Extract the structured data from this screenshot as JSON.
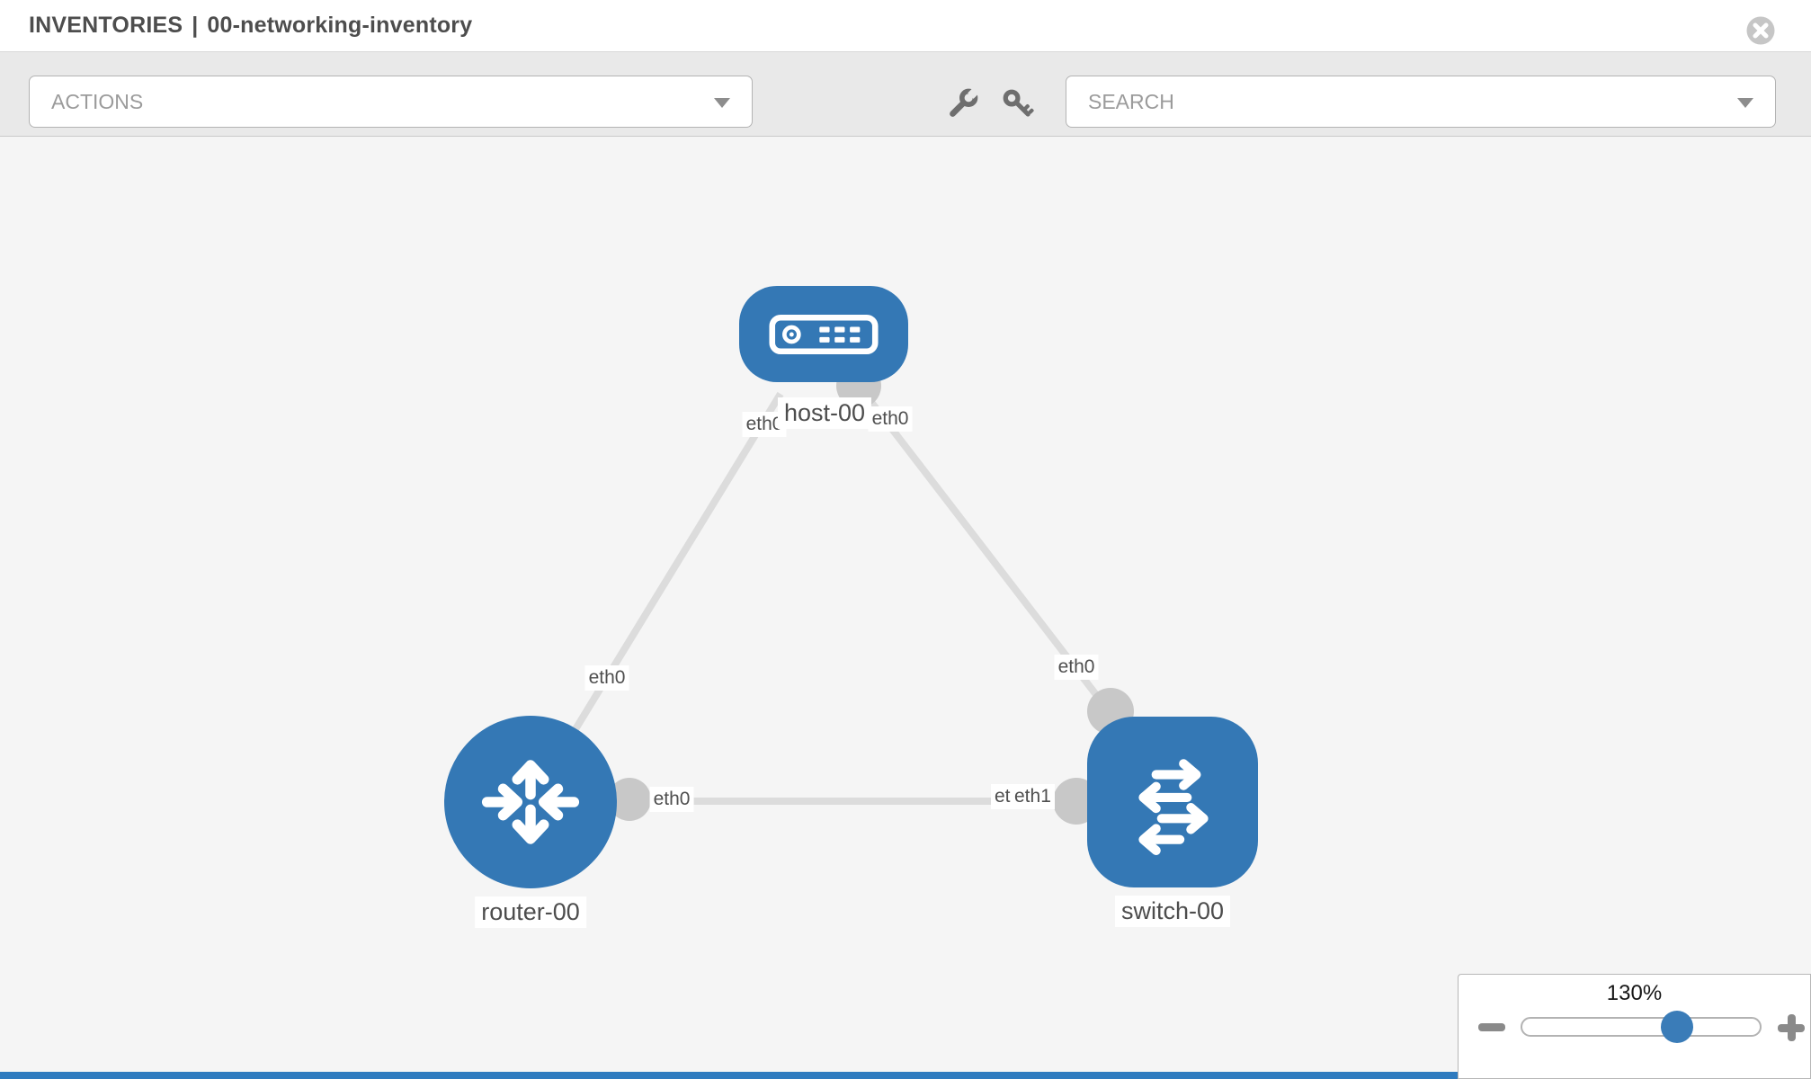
{
  "header": {
    "title_left": "INVENTORIES",
    "title_separator": "|",
    "title_right": "00-networking-inventory"
  },
  "toolbar": {
    "actions_label": "ACTIONS",
    "search_placeholder": "SEARCH",
    "icons": [
      "wrench-icon",
      "key-icon"
    ]
  },
  "topology": {
    "nodes": {
      "host": {
        "label": "host-00",
        "type": "host"
      },
      "router": {
        "label": "router-00",
        "type": "router"
      },
      "switch": {
        "label": "switch-00",
        "type": "switch"
      }
    },
    "interface_labels": {
      "host_router_host_if": "eth0",
      "host_router_router_if": "eth0",
      "host_switch_host_if": "eth0",
      "host_switch_switch_if": "eth0",
      "router_switch_router_if": "eth0",
      "router_switch_switch_if_front": "eth1",
      "router_switch_switch_if_behind": "eth0"
    },
    "links": [
      {
        "from": "host-00",
        "to": "router-00",
        "from_if": "eth0",
        "to_if": "eth0"
      },
      {
        "from": "host-00",
        "to": "switch-00",
        "from_if": "eth0",
        "to_if": "eth0"
      },
      {
        "from": "router-00",
        "to": "switch-00",
        "from_if": "eth0",
        "to_if": "eth1"
      }
    ]
  },
  "zoom_control": {
    "level": "130%",
    "zoom_out_icon": "minus",
    "zoom_in_icon": "plus"
  },
  "colors": {
    "node_blue": "#3478b5",
    "link_gray": "#dcdcdc",
    "bubble_gray": "#c8c8c8",
    "toolbar_gray": "#e9e9e9",
    "canvas_gray": "#f5f5f5",
    "accent_blue": "#3a7cb8",
    "bottom_bar_blue": "#2e7bbf"
  }
}
